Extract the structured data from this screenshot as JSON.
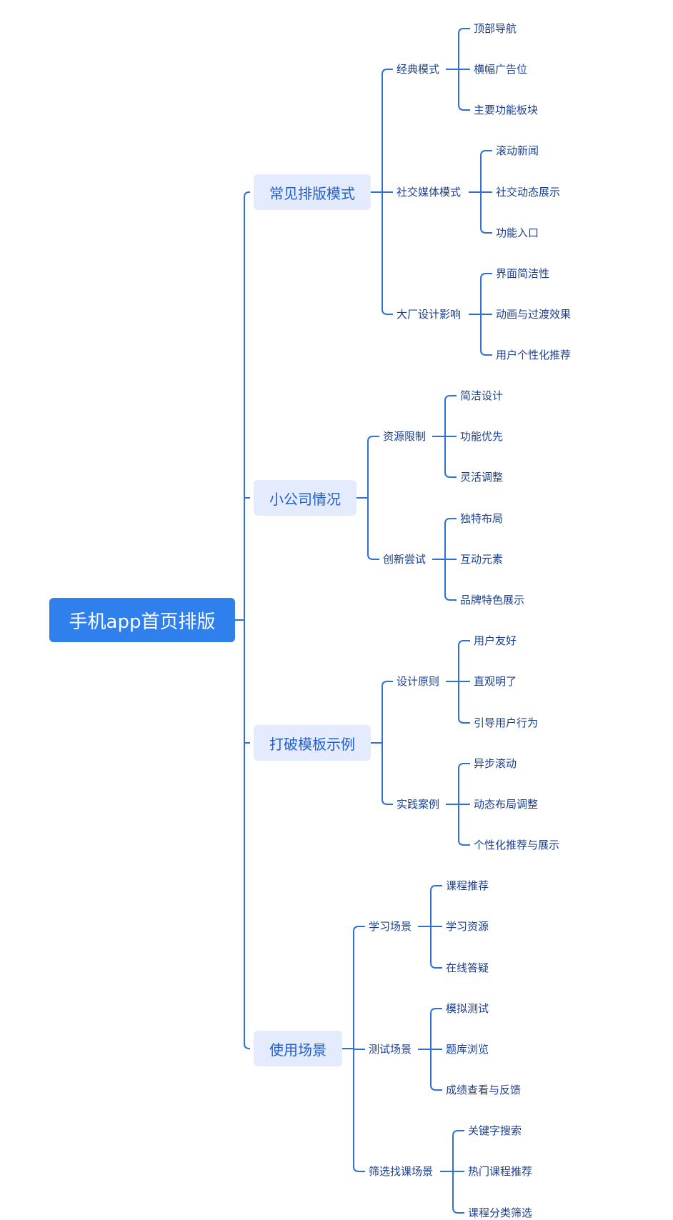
{
  "root": "手机app首页排版",
  "branches": [
    {
      "label": "常见排版模式",
      "children": [
        {
          "label": "经典模式",
          "children": [
            "顶部导航",
            "横幅广告位",
            "主要功能板块"
          ]
        },
        {
          "label": "社交媒体模式",
          "children": [
            "滚动新闻",
            "社交动态展示",
            "功能入口"
          ]
        },
        {
          "label": "大厂设计影响",
          "children": [
            "界面简洁性",
            "动画与过渡效果",
            "用户个性化推荐"
          ]
        }
      ]
    },
    {
      "label": "小公司情况",
      "children": [
        {
          "label": "资源限制",
          "children": [
            "简洁设计",
            "功能优先",
            "灵活调整"
          ]
        },
        {
          "label": "创新尝试",
          "children": [
            "独特布局",
            "互动元素",
            "品牌特色展示"
          ]
        }
      ]
    },
    {
      "label": "打破模板示例",
      "children": [
        {
          "label": "设计原则",
          "children": [
            "用户友好",
            "直观明了",
            "引导用户行为"
          ]
        },
        {
          "label": "实践案例",
          "children": [
            "异步滚动",
            "动态布局调整",
            "个性化推荐与展示"
          ]
        }
      ]
    },
    {
      "label": "使用场景",
      "children": [
        {
          "label": "学习场景",
          "children": [
            "课程推荐",
            "学习资源",
            "在线答疑"
          ]
        },
        {
          "label": "测试场景",
          "children": [
            "模拟测试",
            "题库浏览",
            "成绩查看与反馈"
          ]
        },
        {
          "label": "筛选找课场景",
          "children": [
            "关键字搜索",
            "热门课程推荐",
            "课程分类筛选"
          ]
        }
      ]
    }
  ],
  "colors": {
    "line": "#2f6fd8",
    "root_bg": "#2f80ed",
    "branch_bg": "#e3ebfd",
    "branch_text": "#1f5fd1",
    "leaf_text": "#1b3f8f"
  }
}
